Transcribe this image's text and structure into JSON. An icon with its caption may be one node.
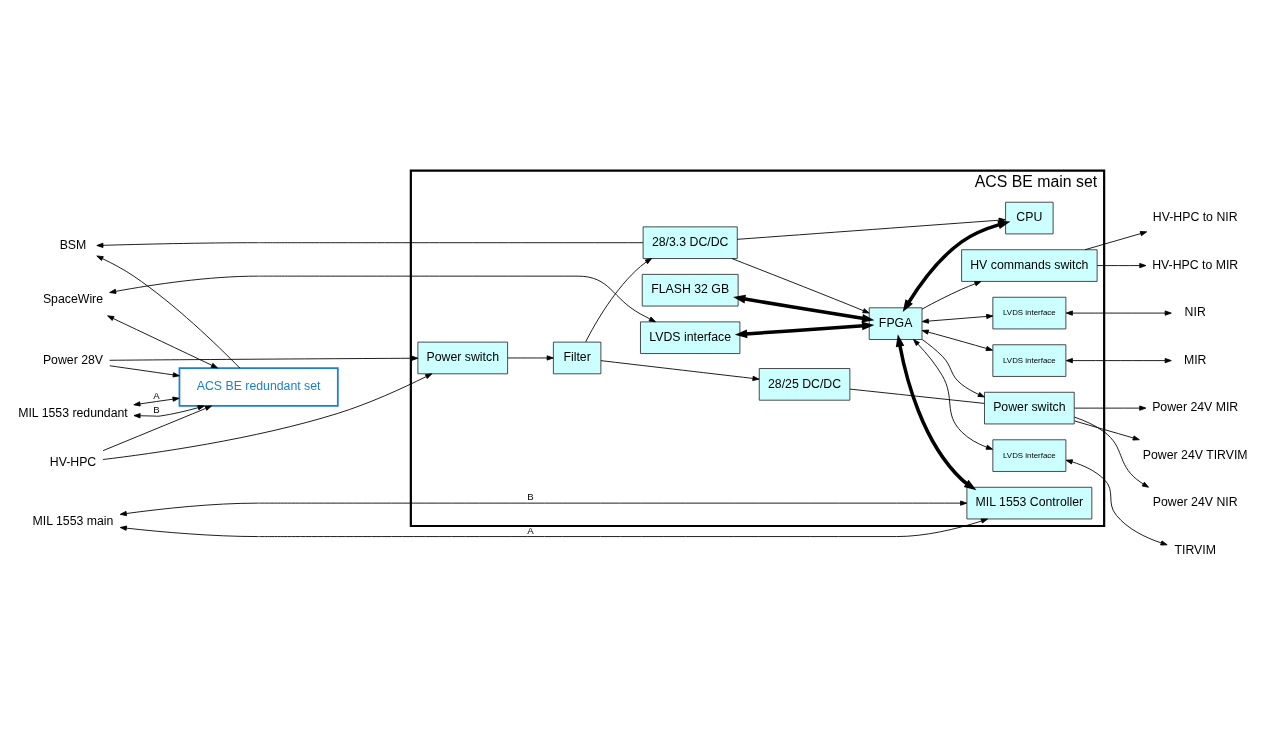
{
  "diagram": {
    "nodes": [
      {
        "text": [
          "ACS BE redundant set"
        ]
      },
      {
        "text": [
          "ACS BE main set"
        ]
      },
      {
        "text": [
          "SpaceWire"
        ]
      },
      {
        "text": [
          "MIL 1553 main"
        ]
      },
      {
        "text": [
          "MIL 1553 redundant"
        ]
      },
      {
        "text": [
          "Power 28V"
        ]
      },
      {
        "text": [
          "HV-HPC"
        ]
      },
      {
        "text": [
          "BSM"
        ]
      },
      {
        "text": [
          "LVDS interface"
        ],
        "in": 1
      },
      {
        "text": [
          "FLASH 32 GB"
        ],
        "in": 1
      },
      {
        "text": [
          "FPGA"
        ],
        "in": 1
      },
      {
        "text": [
          "MIL 1553 Controller"
        ],
        "in": 1
      },
      {
        "text": [
          "CPU"
        ],
        "in": 1
      },
      {
        "text": [
          "Power switch"
        ],
        "in": 1
      },
      {
        "text": [
          "Filter"
        ],
        "in": 1
      },
      {
        "text": [
          "28/3.3 DC/DC"
        ],
        "in": 1
      },
      {
        "text": [
          "28/25 DC/DC"
        ],
        "in": 1
      },
      {
        "text": [
          "LVDS interface"
        ],
        "in": 1
      },
      {
        "text": [
          "LVDS interface"
        ],
        "in": 1
      },
      {
        "text": [
          "LVDS interface"
        ],
        "in": 1
      },
      {
        "text": [
          "HV commands switch"
        ],
        "in": 1
      },
      {
        "text": [
          "Power switch"
        ],
        "in": 1
      },
      {
        "text": [
          "NIR"
        ]
      },
      {
        "text": [
          "MIR"
        ]
      },
      {
        "text": [
          "TIRVIM"
        ]
      },
      {
        "text": [
          "HV-HPC to NIR"
        ]
      },
      {
        "text": [
          "HV-HPC to MIR"
        ]
      },
      {
        "text": [
          "Power 24V NIR"
        ]
      },
      {
        "text": [
          "Power 24V MIR"
        ]
      },
      {
        "text": [
          "Power 24V TIRVIM"
        ]
      }
    ],
    "edges": [
      {
        "from": 2,
        "to": 8,
        "arrow": "both"
      },
      {
        "from": 2,
        "to": 0,
        "arrow": "both"
      },
      {
        "from": 8,
        "to": 10,
        "arrow": "both",
        "style": "thick"
      },
      {
        "from": 9,
        "to": 10,
        "arrow": "both",
        "style": "thick"
      },
      {
        "from": 3,
        "to": 11,
        "arrow": "both",
        "label": "A"
      },
      {
        "from": 3,
        "to": 11,
        "arrow": "both",
        "label": "B"
      },
      {
        "from": 4,
        "to": 0,
        "arrow": "both",
        "label": "A"
      },
      {
        "from": 4,
        "to": 0,
        "arrow": "both",
        "label": "B"
      },
      {
        "from": 10,
        "to": 12,
        "arrow": "both",
        "style": "thick"
      },
      {
        "from": 10,
        "to": 11,
        "arrow": "both",
        "style": "thick"
      },
      {
        "from": 5,
        "to": 13,
        "arrow": "to"
      },
      {
        "from": 5,
        "to": 0,
        "arrow": "to"
      },
      {
        "from": 6,
        "to": 13,
        "arrow": "to"
      },
      {
        "from": 6,
        "to": 0,
        "arrow": "to"
      },
      {
        "from": 13,
        "to": 14,
        "arrow": "to"
      },
      {
        "from": 14,
        "to": 15,
        "arrow": "to"
      },
      {
        "from": 14,
        "to": 16,
        "arrow": "to"
      },
      {
        "from": 15,
        "to": 10,
        "arrow": "to"
      },
      {
        "from": 15,
        "to": 12,
        "arrow": "to"
      },
      {
        "from": 15,
        "to": 7,
        "arrow": "to"
      },
      {
        "from": 0,
        "to": 7,
        "arrow": "to"
      },
      {
        "from": 16,
        "to": 21,
        "arrow": "none"
      },
      {
        "from": 10,
        "to": 21,
        "arrow": "to"
      },
      {
        "from": 10,
        "to": 20,
        "arrow": "to"
      },
      {
        "from": 10,
        "to": 17,
        "arrow": "both"
      },
      {
        "from": 10,
        "to": 18,
        "arrow": "both"
      },
      {
        "from": 10,
        "to": 19,
        "arrow": "both"
      },
      {
        "from": 17,
        "to": 22,
        "arrow": "both"
      },
      {
        "from": 18,
        "to": 23,
        "arrow": "both"
      },
      {
        "from": 19,
        "to": 24,
        "arrow": "both"
      },
      {
        "from": 20,
        "to": 25,
        "arrow": "to"
      },
      {
        "from": 20,
        "to": 26,
        "arrow": "to"
      },
      {
        "from": 21,
        "to": 27,
        "arrow": "to"
      },
      {
        "from": 21,
        "to": 28,
        "arrow": "to"
      },
      {
        "from": 21,
        "to": 29,
        "arrow": "to"
      }
    ]
  }
}
